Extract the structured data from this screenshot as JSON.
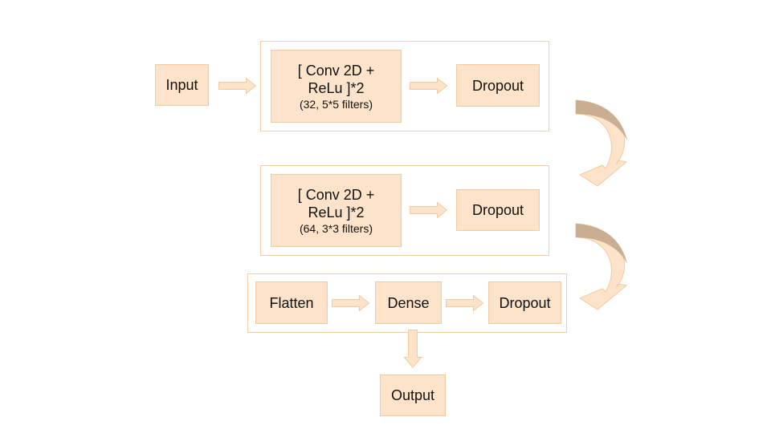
{
  "nodes": {
    "input": "Input",
    "conv1_line1": "[ Conv 2D +",
    "conv1_line2": "ReLu ]*2",
    "conv1_filters": "(32, 5*5 filters)",
    "dropout1": "Dropout",
    "conv2_line1": "[ Conv 2D +",
    "conv2_line2": "ReLu ]*2",
    "conv2_filters": "(64, 3*3 filters)",
    "dropout2": "Dropout",
    "flatten": "Flatten",
    "dense": "Dense",
    "dropout3": "Dropout",
    "output": "Output"
  },
  "colors": {
    "node_fill": "#fde3c9",
    "node_border": "#f2c9a1",
    "group_border": "#f5cfa6",
    "curve_shade": "#c9ae93"
  }
}
